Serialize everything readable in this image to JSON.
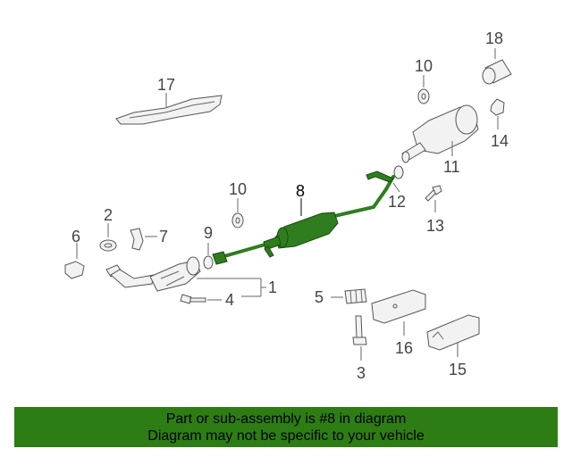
{
  "callouts": {
    "c1": "1",
    "c2": "2",
    "c3": "3",
    "c4": "4",
    "c5": "5",
    "c6": "6",
    "c7": "7",
    "c8": "8",
    "c9": "9",
    "c10a": "10",
    "c10b": "10",
    "c11": "11",
    "c12": "12",
    "c13": "13",
    "c14": "14",
    "c15": "15",
    "c16": "16",
    "c17": "17",
    "c18": "18"
  },
  "banner": {
    "line1": "Part or sub-assembly is #8 in diagram",
    "line2": "Diagram may not be specific to your vehicle"
  },
  "colors": {
    "highlight": "#2f7d1f",
    "banner_bg": "#2d7d14"
  }
}
